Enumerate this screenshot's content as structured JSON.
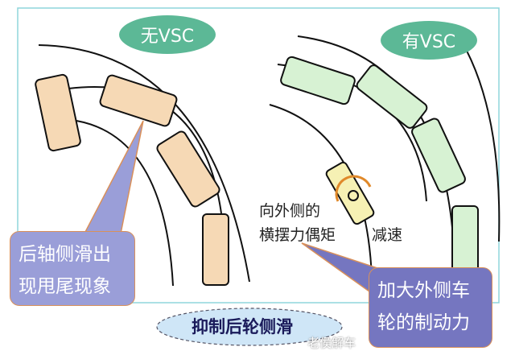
{
  "left_panel": {
    "title": "无VSC",
    "callout_lines": [
      "后轴侧滑出",
      "现甩尾现象"
    ]
  },
  "right_panel": {
    "title": "有VSC",
    "moment_lines": [
      "向外侧的",
      "横摆力偶矩"
    ],
    "decel": "减速",
    "callout_lines": [
      "加大外侧车",
      "轮的制动力"
    ]
  },
  "bottom_label": "抑制后轮侧滑",
  "watermark": "老侯解车",
  "colors": {
    "teal": "#5cb896",
    "car_left": "#f6d9b5",
    "car_right": "#d7f2d3",
    "car_brake": "#f6f1b4",
    "callout_left": "#9a9ed8",
    "callout_right": "#7576c0",
    "frame": "#8fd6dc",
    "bottom_fill": "#cfe6f7"
  }
}
